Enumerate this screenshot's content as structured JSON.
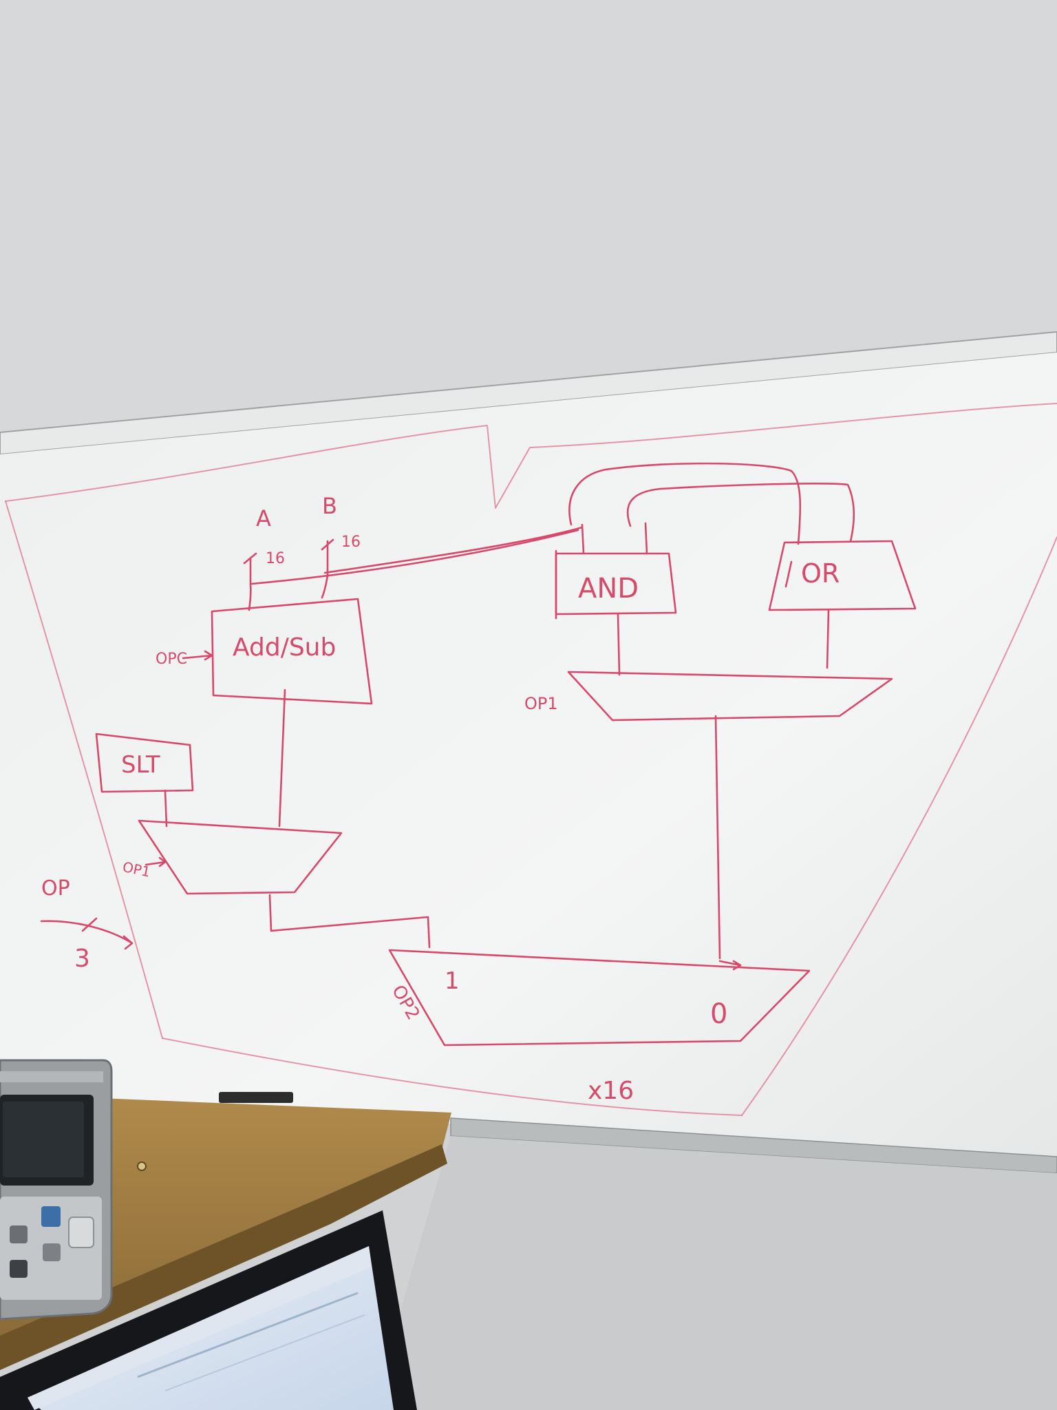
{
  "whiteboard": {
    "labels": {
      "input_a": "A",
      "input_b": "B",
      "width_a": "16",
      "width_b": "16",
      "add_sub": "Add/Sub",
      "and_block": "AND",
      "or_block": "OR",
      "slt_block": "SLT",
      "opcode_arrow": "OPC",
      "sel_logic": "OP1",
      "sel_slt": "OP1",
      "sel_final": "OP2",
      "op_input": "OP",
      "op_width": "3",
      "mux_zero": "0",
      "mux_one": "1",
      "repeat": "x16"
    }
  },
  "colors": {
    "marker": "#d9476a",
    "board": "#f2f3f3",
    "wall": "#cfd1d2",
    "desk": "#a07a40"
  }
}
